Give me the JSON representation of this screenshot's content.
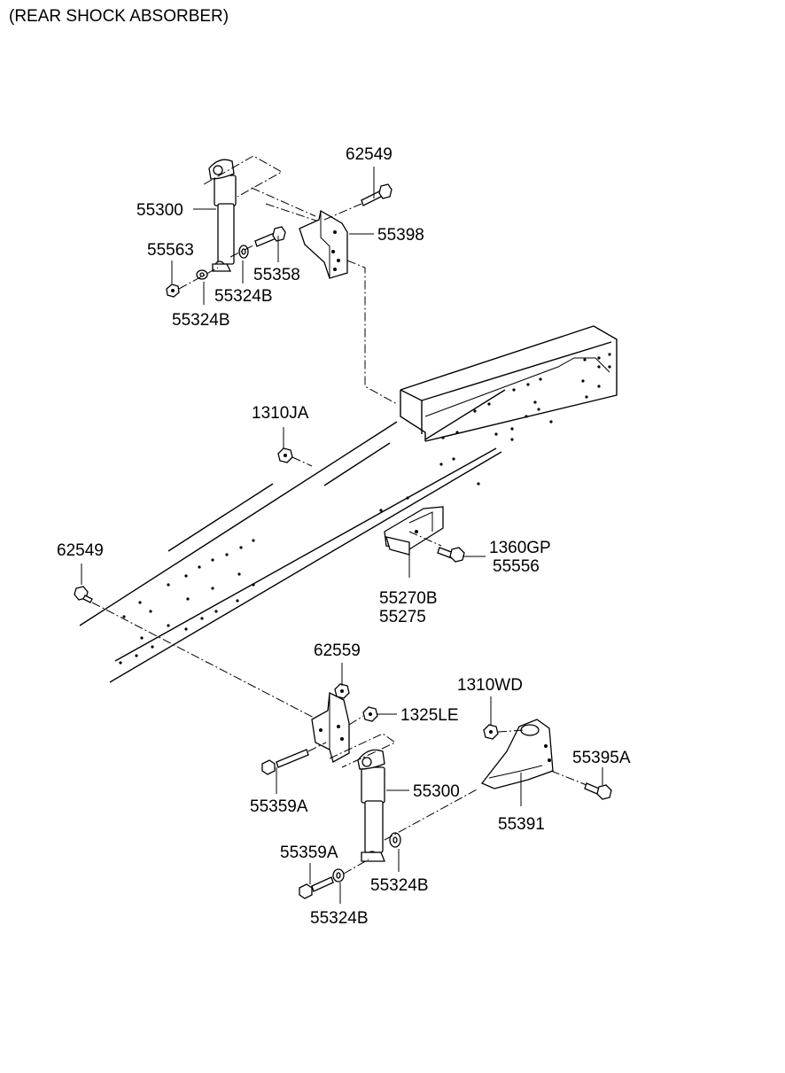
{
  "title": "(REAR SHOCK ABSORBER)",
  "labels": {
    "l62549a": "62549",
    "l55300a": "55300",
    "l55398": "55398",
    "l55563": "55563",
    "l55358": "55358",
    "l55324Ba": "55324B",
    "l55324Bb": "55324B",
    "l1310JA": "1310JA",
    "l62549b": "62549",
    "l1360GP": "1360GP",
    "l55556": "55556",
    "l55270B": "55270B",
    "l55275": "55275",
    "l62559": "62559",
    "l1310WD": "1310WD",
    "l1325LE": "1325LE",
    "l55395A": "55395A",
    "l55300b": "55300",
    "l55391": "55391",
    "l55359Aa": "55359A",
    "l55359Ab": "55359A",
    "l55324Bc": "55324B",
    "l55324Bd": "55324B"
  }
}
